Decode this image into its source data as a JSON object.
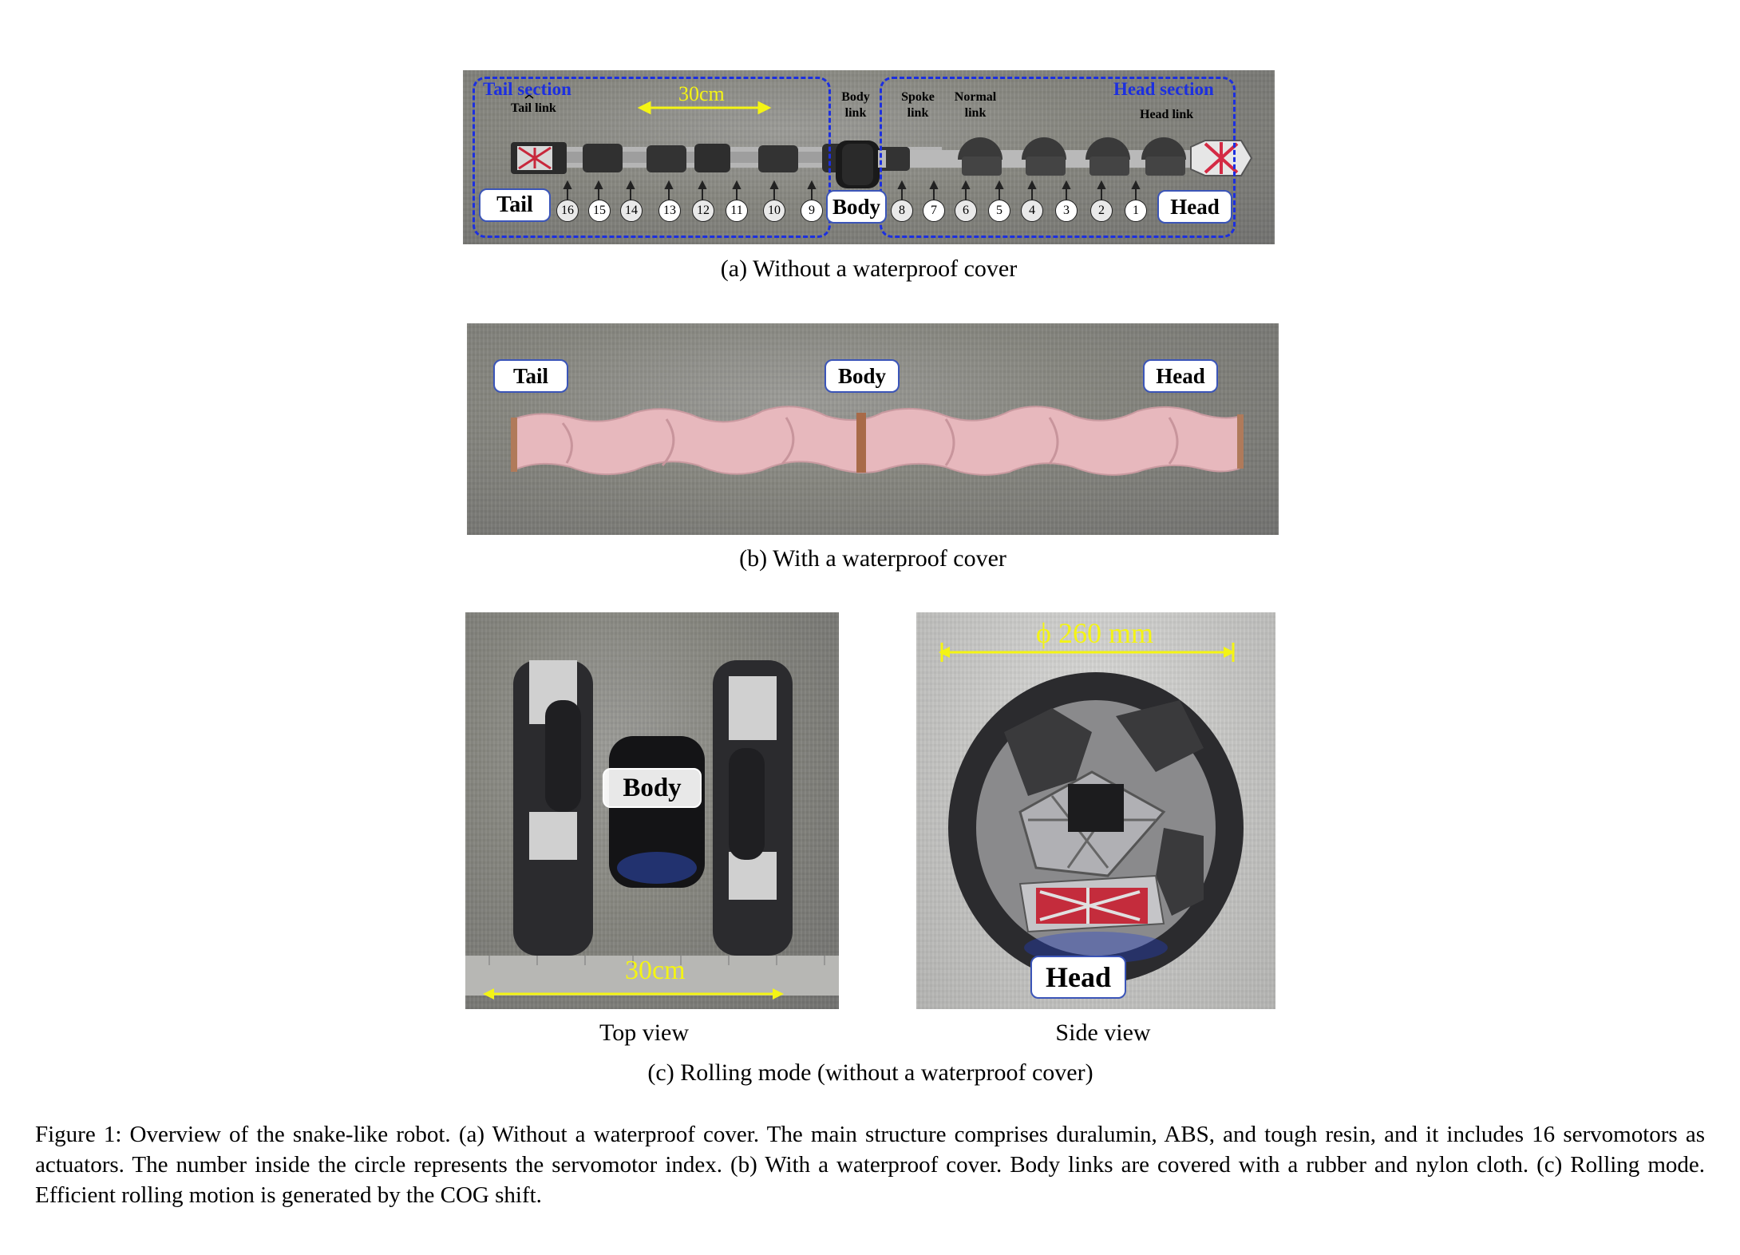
{
  "panel_a": {
    "tail_section": "Tail section",
    "head_section": "Head section",
    "tail_link": "Tail link",
    "scale": "30cm",
    "body_link": "Body\nlink",
    "spoke_link": "Spoke\nlink",
    "normal_link": "Normal\nlink",
    "head_link": "Head link",
    "tail": "Tail",
    "body": "Body",
    "head": "Head",
    "servos": [
      "16",
      "15",
      "14",
      "13",
      "12",
      "11",
      "10",
      "9",
      "8",
      "7",
      "6",
      "5",
      "4",
      "3",
      "2",
      "1"
    ],
    "caption": "(a) Without a waterproof cover"
  },
  "panel_b": {
    "tail": "Tail",
    "body": "Body",
    "head": "Head",
    "caption": "(b) With a waterproof cover"
  },
  "panel_c": {
    "body": "Body",
    "scale": "30cm",
    "top_view": "Top view",
    "diameter": "ϕ 260 mm",
    "head": "Head",
    "side_view": "Side view",
    "caption": "(c) Rolling mode (without a waterproof cover)"
  },
  "figure_caption": "Figure 1: Overview of the snake-like robot. (a) Without a waterproof cover. The main structure comprises duralumin, ABS, and tough resin, and it includes 16 servomotors as actuators. The number inside the circle represents the servomotor index. (b) With a waterproof cover. Body links are covered with a rubber and nylon cloth. (c) Rolling mode. Efficient rolling motion is generated by the COG shift."
}
